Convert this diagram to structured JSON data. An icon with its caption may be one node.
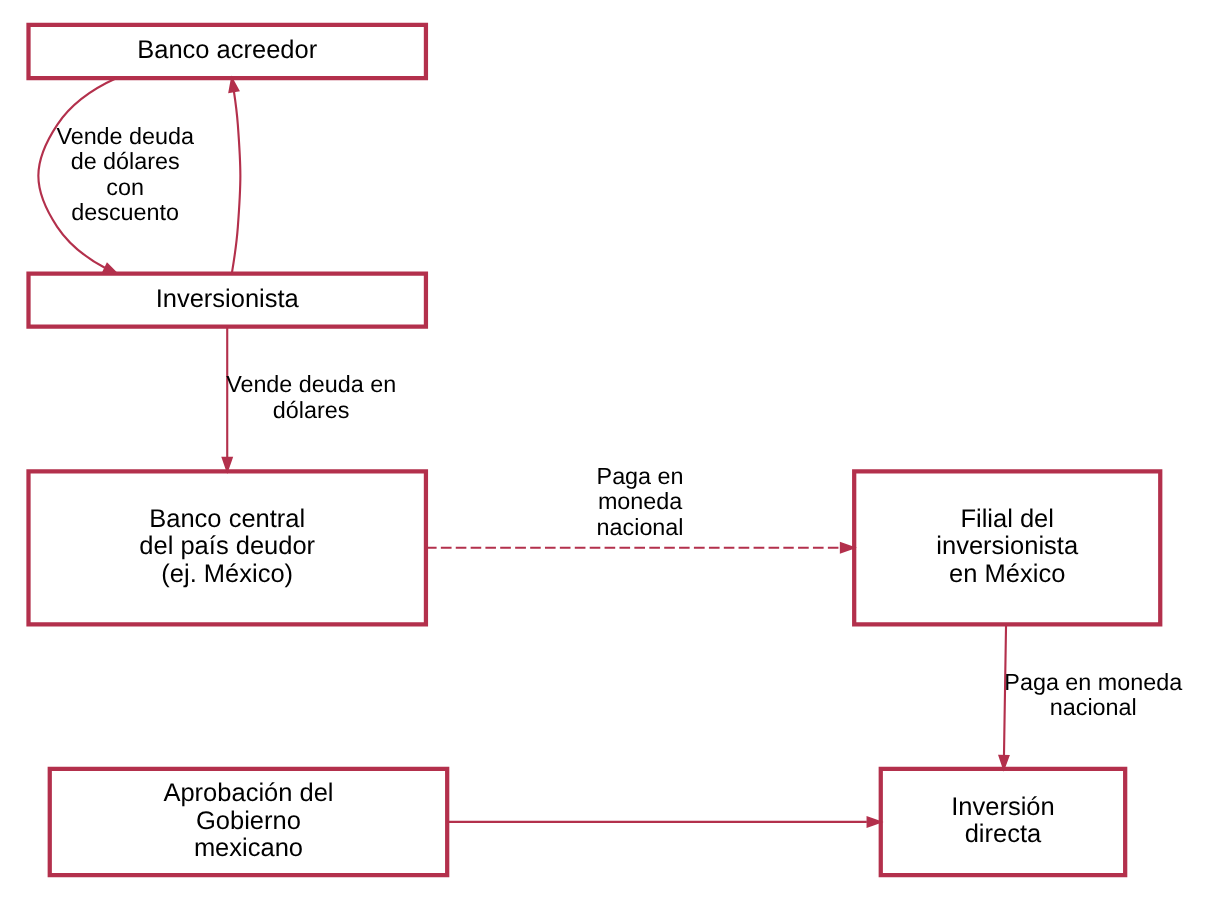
{
  "diagram": {
    "nodes": [
      {
        "text": [
          "Banco acreedor"
        ]
      },
      {
        "text": [
          "Inversionista"
        ]
      },
      {
        "text": [
          "Banco central del país deudor (ej. México)"
        ]
      },
      {
        "text": [
          "Filial del inversionista en México"
        ]
      },
      {
        "text": [
          "Aprobación del Gobierno mexicano"
        ]
      },
      {
        "text": [
          "Inversión directa"
        ]
      }
    ],
    "edges": [
      {
        "from": 0,
        "to": 1,
        "arrow": "to",
        "label": "Vende deuda de dólares con descuento"
      },
      {
        "from": 1,
        "to": 0,
        "arrow": "to"
      },
      {
        "from": 1,
        "to": 2,
        "arrow": "to",
        "label": "Vende deuda en dólares"
      },
      {
        "from": 2,
        "to": 3,
        "arrow": "to",
        "label": "Paga en moneda nacional",
        "style": "dashed"
      },
      {
        "from": 3,
        "to": 5,
        "arrow": "to",
        "label": "Paga en moneda nacional"
      },
      {
        "from": 4,
        "to": 5,
        "arrow": "to"
      }
    ]
  }
}
